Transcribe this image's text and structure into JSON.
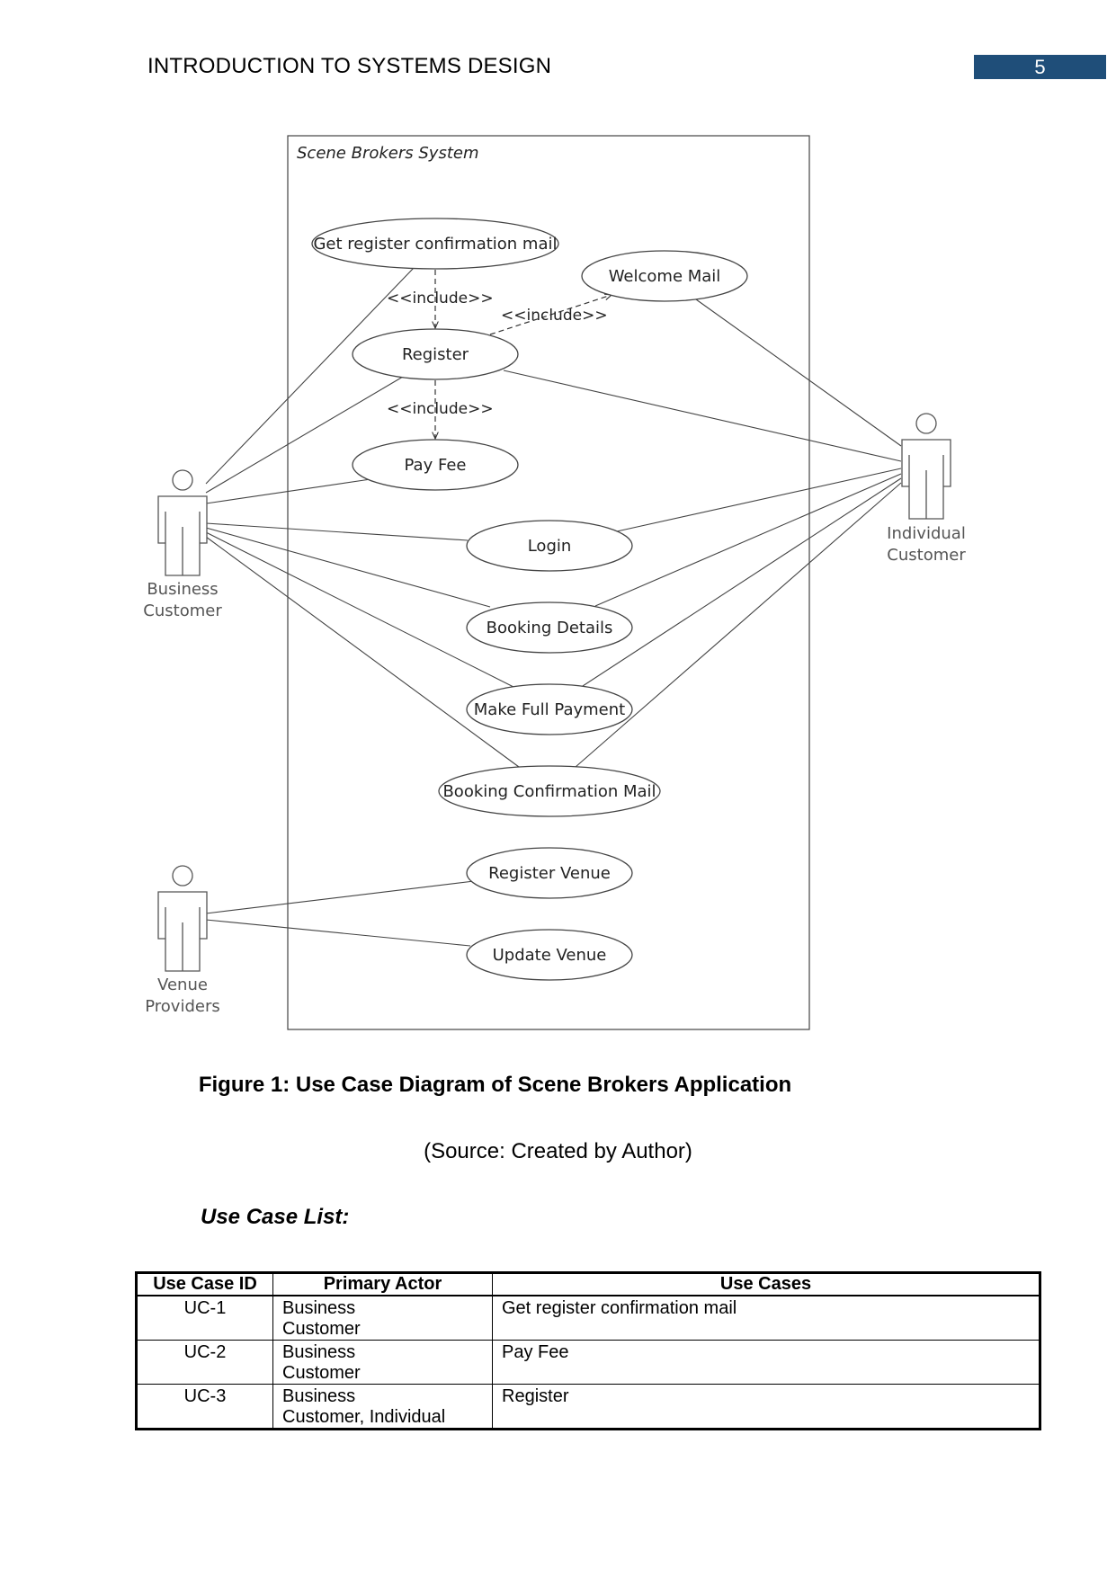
{
  "header": {
    "title": "INTRODUCTION TO SYSTEMS DESIGN",
    "page_number": "5",
    "page_number_bg": "#1f4e79"
  },
  "diagram": {
    "system_name": "Scene Brokers System",
    "actors": {
      "business": {
        "line1": "Business",
        "line2": "Customer"
      },
      "individual": {
        "line1": "Individual",
        "line2": "Customer"
      },
      "venue": {
        "line1": "Venue",
        "line2": "Providers"
      }
    },
    "use_cases": {
      "confirm_mail": "Get register confirmation mail",
      "welcome_mail": "Welcome Mail",
      "register": "Register",
      "pay_fee": "Pay Fee",
      "login": "Login",
      "booking_details": "Booking Details",
      "full_payment": "Make Full Payment",
      "booking_confirmation": "Booking Confirmation Mail",
      "register_venue": "Register Venue",
      "update_venue": "Update Venue"
    },
    "include_label": "<<include>>"
  },
  "caption": "Figure 1:  Use Case Diagram of Scene Brokers Application",
  "source": "(Source: Created by Author)",
  "list_title": "Use Case List:",
  "table": {
    "headers": [
      "Use Case ID",
      "Primary Actor",
      "Use Cases"
    ],
    "rows": [
      {
        "id": "UC-1",
        "actor_l1": "Business",
        "actor_l2": "Customer",
        "use_case": "Get register confirmation mail"
      },
      {
        "id": "UC-2",
        "actor_l1": "Business",
        "actor_l2": "Customer",
        "use_case": "Pay Fee"
      },
      {
        "id": "UC-3",
        "actor_l1": "Business",
        "actor_l2": "Customer, Individual",
        "use_case": "Register"
      }
    ]
  }
}
